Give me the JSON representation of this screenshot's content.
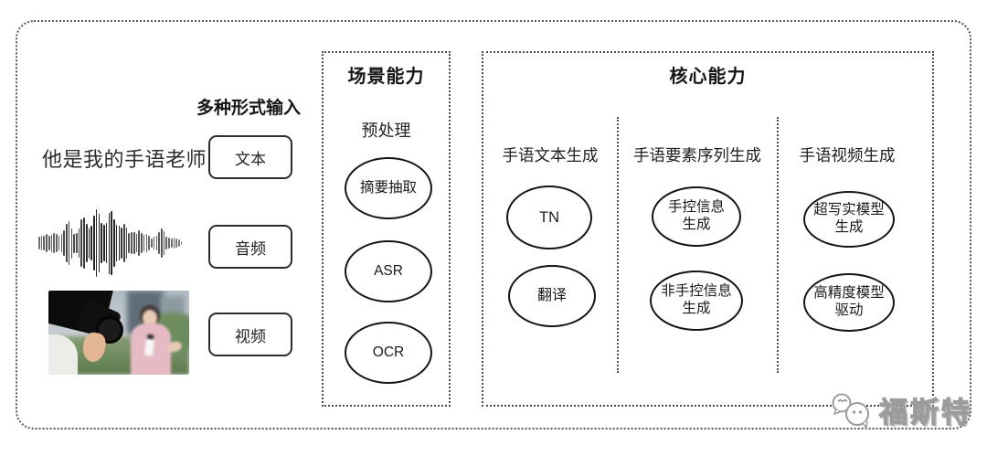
{
  "input": {
    "label": "多种形式输入",
    "sentence": "他是我的手语老师",
    "text_button": "文本",
    "audio_button": "音频",
    "video_button": "视频"
  },
  "scene": {
    "title": "场景能力",
    "subtitle": "预处理",
    "nodes": [
      "摘要抽取",
      "ASR",
      "OCR"
    ]
  },
  "core": {
    "title": "核心能力",
    "columns": [
      {
        "header": "手语文本生成",
        "nodes": [
          "TN",
          "翻译"
        ]
      },
      {
        "header": "手语要素序列生成",
        "nodes": [
          "手控信息\n生成",
          "非手控信息\n生成"
        ]
      },
      {
        "header": "手语视频生成",
        "nodes": [
          "超写实模型\n生成",
          "高精度模型\n驱动"
        ]
      }
    ]
  },
  "watermark": {
    "text": "福斯特",
    "icon": "chat-bubbles-icon"
  },
  "colors": {
    "ink": "#1c1c1c",
    "border_dotted": "#4c4c4c",
    "background": "#ffffff"
  }
}
